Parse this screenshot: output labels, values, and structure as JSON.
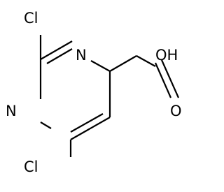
{
  "molecule": {
    "atoms": {
      "cl_top": "Cl",
      "cl_bottom": "Cl",
      "n_top": "N",
      "n_left": "N",
      "oh": "OH",
      "o_carbonyl": "O"
    }
  },
  "colors": {
    "bond": "#000000",
    "label": "#000000",
    "background": "#ffffff"
  }
}
